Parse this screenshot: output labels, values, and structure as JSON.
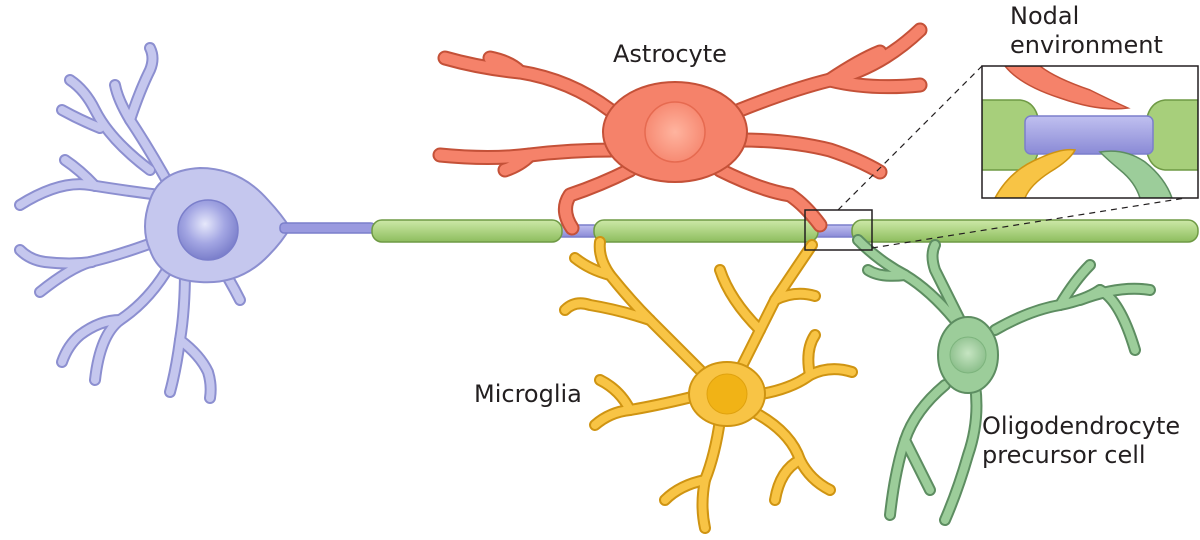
{
  "labels": {
    "astrocyte": "Astrocyte",
    "microglia": "Microglia",
    "opc_line1": "Oligodendrocyte",
    "opc_line2": "precursor cell",
    "nodal_line1": "Nodal",
    "nodal_line2": "environment"
  },
  "colors": {
    "neuron": "#c5c7ee",
    "neuron_outline": "#8c8fd0",
    "node": "#9a9adf",
    "myelin": "#a7cf7b",
    "myelin_outline": "#6f9a45",
    "astrocyte": "#f5826a",
    "astrocyte_outline": "#c45138",
    "microglia": "#f8c445",
    "microglia_outline": "#cf9412",
    "opc": "#9ccd9a",
    "opc_outline": "#5d8d61"
  },
  "icons": [
    "neuron-icon",
    "astrocyte-icon",
    "microglia-icon",
    "opc-icon",
    "nodal-environment-inset"
  ]
}
